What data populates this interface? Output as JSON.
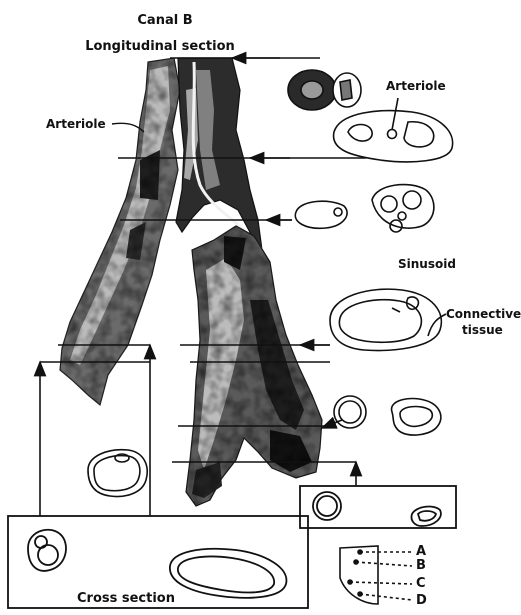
{
  "labels": {
    "title": "Canal B",
    "subtitle": "Longitudinal section",
    "arteriole_left": "Arteriole",
    "arteriole_right": "Arteriole",
    "sinusoid": "Sinusoid",
    "connective_1": "Connective",
    "connective_2": "tissue",
    "cross_section": "Cross section",
    "level_a": "A",
    "level_b": "B",
    "level_c": "C",
    "level_d": "D"
  },
  "colors": {
    "ink": "#111111",
    "tissue_dark": "#1e1e1e",
    "tissue_mid": "#5a5a5a",
    "tissue_light": "#bdbdbd",
    "paper": "#ffffff"
  }
}
